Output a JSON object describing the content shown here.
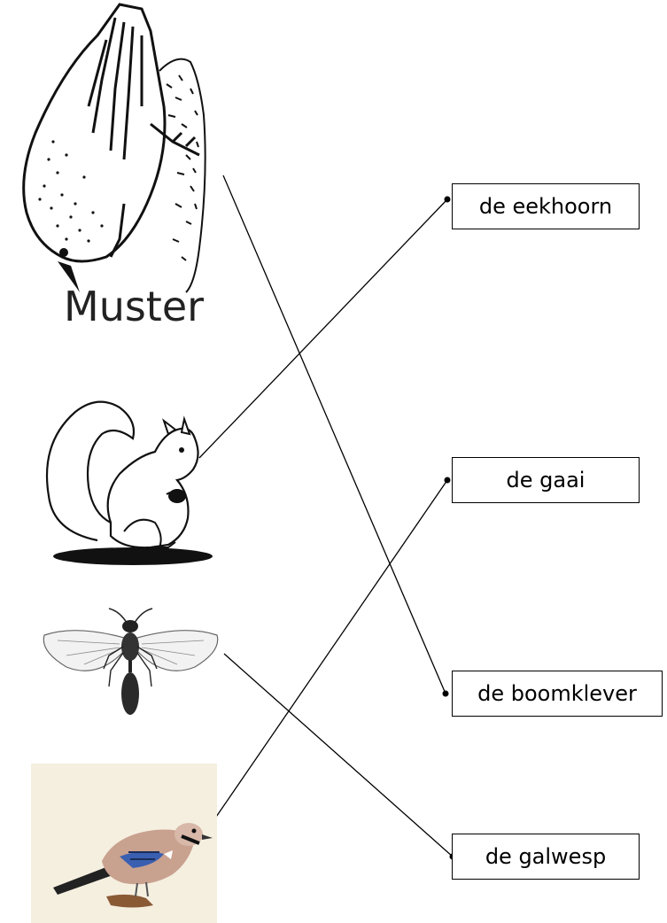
{
  "worksheet": {
    "watermark": "Muster",
    "labels": [
      {
        "id": "eekhoorn",
        "text": "de eekhoorn"
      },
      {
        "id": "gaai",
        "text": "de gaai"
      },
      {
        "id": "boomklever",
        "text": "de boomklever"
      },
      {
        "id": "galwesp",
        "text": "de galwesp"
      }
    ],
    "pictures": [
      {
        "id": "nuthatch",
        "icon": "nuthatch-drawing",
        "matches": "boomklever"
      },
      {
        "id": "squirrel",
        "icon": "squirrel-drawing",
        "matches": "eekhoorn"
      },
      {
        "id": "wasp",
        "icon": "wasp-drawing",
        "matches": "galwesp"
      },
      {
        "id": "jay",
        "icon": "jay-photo",
        "matches": "gaai"
      }
    ],
    "colors": {
      "line": "#000000",
      "jay_body": "#c9a18f",
      "jay_wing_blue": "#3a5fb0",
      "jay_background": "#f5efe0"
    }
  }
}
